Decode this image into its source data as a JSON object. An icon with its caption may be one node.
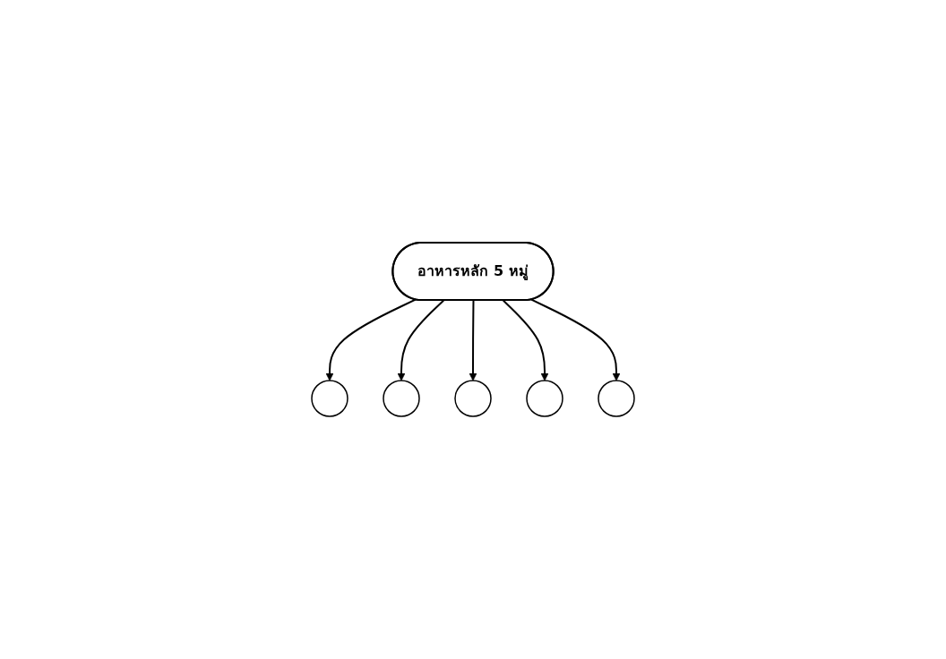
{
  "diagram": {
    "nodes": [
      {
        "text": [],
        "shape": "ellipse"
      },
      {
        "text": [],
        "shape": "ellipse"
      },
      {
        "text": [],
        "shape": "ellipse"
      },
      {
        "text": [
          "อาหารหลัก 5 หมู่"
        ]
      },
      {
        "text": [],
        "shape": "ellipse"
      },
      {
        "text": [],
        "shape": "ellipse"
      }
    ],
    "edges": [
      {
        "from": 3,
        "to": 0,
        "arrow": "to"
      },
      {
        "from": 3,
        "to": 1,
        "arrow": "to"
      },
      {
        "from": 3,
        "to": 2,
        "arrow": "to"
      },
      {
        "from": 3,
        "to": 4,
        "arrow": "to"
      },
      {
        "from": 3,
        "to": 5,
        "arrow": "to"
      }
    ]
  }
}
